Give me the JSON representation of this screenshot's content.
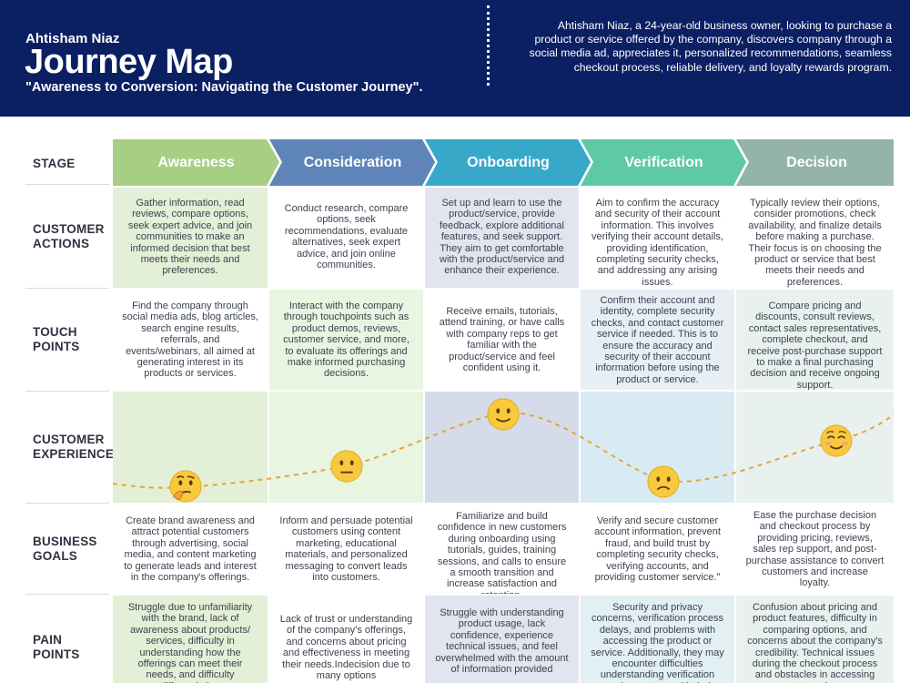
{
  "header": {
    "name": "Ahtisham Niaz",
    "title": "Journey Map",
    "subtitle": "\"Awareness to Conversion: Navigating the Customer Journey\".",
    "description": "Ahtisham Niaz, a 24-year-old business owner, looking to purchase a product or service offered by the company, discovers company through a social media ad, appreciates it, personalized recommendations, seamless checkout process, reliable delivery, and loyalty rewards program."
  },
  "rows": {
    "stage": "STAGE",
    "customer_actions": [
      "CUSTOMER",
      "ACTIONS"
    ],
    "touch_points": [
      "TOUCH",
      "POINTS"
    ],
    "customer_experience": [
      "CUSTOMER",
      "EXPERIENCE"
    ],
    "business_goals": [
      "BUSINESS",
      "GOALS"
    ],
    "pain_points": [
      "PAIN",
      "POINTS"
    ]
  },
  "stages": [
    {
      "name": "Awareness",
      "color": "#a6cf84"
    },
    {
      "name": "Consideration",
      "color": "#5f85b8"
    },
    {
      "name": "Onboarding",
      "color": "#38a8c9"
    },
    {
      "name": "Verification",
      "color": "#5fc9a5"
    },
    {
      "name": "Decision",
      "color": "#94b4a8"
    }
  ],
  "customer_actions": [
    "Gather information, read reviews, compare options, seek expert advice, and join communities to make an informed decision that best meets their needs and preferences.",
    "Conduct research, compare options, seek recommendations, evaluate alternatives, seek expert advice, and join online communities.",
    "Set up and learn to use the product/service, provide feedback, explore additional features, and seek support. They aim to get comfortable with the product/service and enhance their experience.",
    "Aim to confirm the accuracy and security of their account information. This involves verifying their account details, providing identification, completing security checks, and addressing any arising issues.",
    "Typically review their options, consider promotions, check availability, and finalize details before making a purchase. Their focus is on choosing the product or service that best meets their needs and preferences."
  ],
  "touch_points": [
    "Find the company through social media ads, blog articles, search engine results, referrals, and events/webinars, all aimed at generating interest in its products or services.",
    "Interact with the company through touchpoints such as product demos, reviews, customer service, and more, to evaluate its offerings and make informed purchasing decisions.",
    "Receive emails, tutorials, attend training, or have calls with company reps to get familiar with the product/service and feel confident using it.",
    "Confirm their account and identity, complete security checks, and contact customer service if needed. This is to ensure the accuracy and security of their account information before using the product or service.",
    "Compare pricing and discounts, consult reviews, contact sales representatives, complete checkout, and receive post-purchase support to make a final purchasing decision and receive ongoing support."
  ],
  "business_goals": [
    "Create brand awareness and attract potential customers through advertising, social media, and content marketing to generate leads and interest in the company's offerings.",
    "Inform and persuade potential customers using content marketing, educational materials, and personalized messaging to convert leads into customers.",
    "Familiarize and build confidence in new customers during onboarding using tutorials, guides, training sessions, and calls to ensure a smooth transition and increase satisfaction and retention.",
    "Verify and secure customer account information, prevent fraud, and build trust by completing security checks, verifying accounts, and providing customer service.\"",
    "Ease the purchase decision and checkout process by providing pricing, reviews, sales rep support, and post-purchase assistance to convert customers and increase loyalty."
  ],
  "pain_points": [
    "Struggle due to unfamiliarity with the brand, lack of awareness about products/ services, difficulty in understanding how the offerings can meet their needs, and difficulty differentiating",
    "Lack of trust or understanding of the company's offerings, and concerns about pricing and effectiveness in meeting their needs.Indecision due to many options",
    "Struggle with understanding product usage, lack confidence, experience technical issues, and feel overwhelmed with the amount of information provided",
    "Security and privacy concerns, verification process delays, and problems with accessing the product or service. Additionally, they may encounter difficulties understanding verification requirements or with their",
    "Confusion about pricing and product features, difficulty in comparing options, and concerns about the company's credibility. Technical issues during the checkout process and obstacles in accessing post-purchase"
  ],
  "experience": [
    {
      "stage": "Awareness",
      "emoji": "thinking-face",
      "level": 0.1
    },
    {
      "stage": "Consideration",
      "emoji": "neutral-face",
      "level": 0.35
    },
    {
      "stage": "Onboarding",
      "emoji": "smiling-face",
      "level": 0.95
    },
    {
      "stage": "Verification",
      "emoji": "frowning-face",
      "level": 0.05
    },
    {
      "stage": "Decision",
      "emoji": "relieved-face",
      "level": 0.7
    }
  ]
}
